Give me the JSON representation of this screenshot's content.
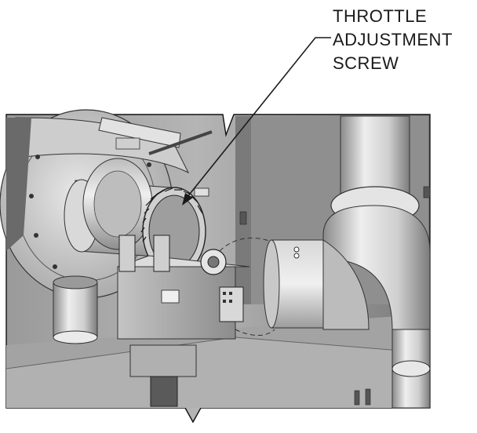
{
  "callout": {
    "lines": [
      "THROTTLE",
      "ADJUSTMENT",
      "SCREW"
    ]
  },
  "colors": {
    "background": "#ffffff",
    "frame": "#111111",
    "metal_light": "#e6e6e6",
    "metal_mid": "#b8b8b8",
    "metal_dark": "#6f6f6f",
    "shadow": "#3c3c3c"
  }
}
